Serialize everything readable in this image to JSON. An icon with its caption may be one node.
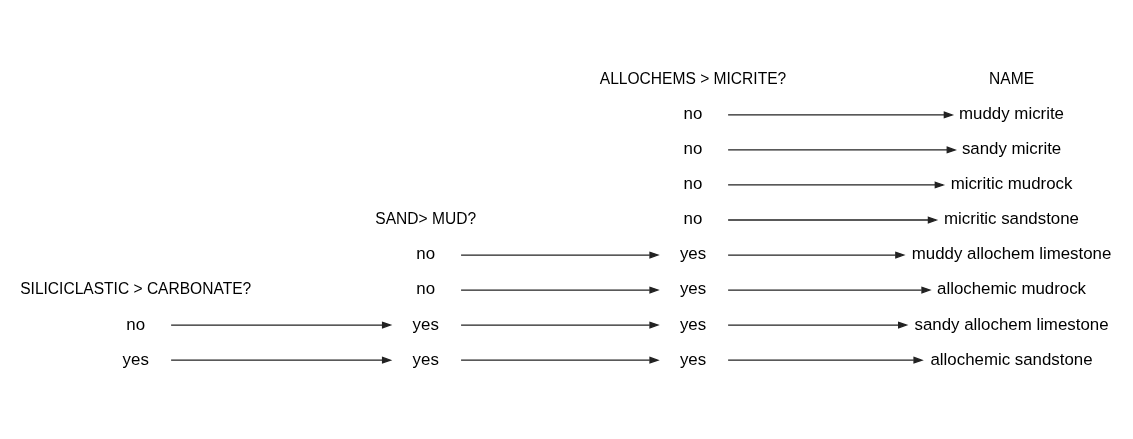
{
  "diagram": {
    "nodes": [
      {
        "text": [
          "yes"
        ]
      },
      {
        "text": [
          "no"
        ]
      },
      {
        "text": [
          "yes"
        ]
      },
      {
        "text": [
          "no"
        ]
      },
      {
        "text": [
          "yes"
        ]
      },
      {
        "text": [
          "no"
        ]
      },
      {
        "text": [
          "yes"
        ]
      },
      {
        "text": [
          "no"
        ]
      },
      {
        "text": [
          "yes"
        ]
      },
      {
        "text": [
          "no"
        ]
      },
      {
        "text": [
          "yes"
        ]
      },
      {
        "text": [
          "no"
        ]
      },
      {
        "text": [
          "yes"
        ]
      },
      {
        "text": [
          "no"
        ]
      },
      {
        "text": [
          "allochemic sandstone"
        ]
      },
      {
        "text": [
          "micritic sandstone"
        ]
      },
      {
        "text": [
          "allochemic mudrock"
        ]
      },
      {
        "text": [
          "micritic mudrock"
        ]
      },
      {
        "text": [
          "sandy allochem limestone"
        ]
      },
      {
        "text": [
          "sandy micrite"
        ]
      },
      {
        "text": [
          "muddy allochem limestone"
        ]
      },
      {
        "text": [
          "muddy micrite"
        ]
      }
    ],
    "edges": [
      {
        "from": 0,
        "to": 2,
        "arrow": "to"
      },
      {
        "from": 1,
        "to": 4,
        "arrow": "to"
      },
      {
        "from": 2,
        "to": 6,
        "arrow": "to"
      },
      {
        "from": 3,
        "to": 8,
        "arrow": "to"
      },
      {
        "from": 4,
        "to": 10,
        "arrow": "to"
      },
      {
        "from": 5,
        "to": 12,
        "arrow": "to"
      },
      {
        "from": 6,
        "to": 14,
        "arrow": "to"
      },
      {
        "from": 7,
        "to": 15,
        "arrow": "to"
      },
      {
        "from": 8,
        "to": 16,
        "arrow": "to"
      },
      {
        "from": 9,
        "to": 17,
        "arrow": "to"
      },
      {
        "from": 10,
        "to": 18,
        "arrow": "to"
      },
      {
        "from": 11,
        "to": 19,
        "arrow": "to"
      },
      {
        "from": 12,
        "to": 20,
        "arrow": "to"
      },
      {
        "from": 13,
        "to": 21,
        "arrow": "to"
      }
    ],
    "labels": [
      "SILICICLASTIC > CARBONATE?",
      "SAND> MUD?",
      "ALLOCHEMS > MICRITE?",
      "NAME"
    ]
  }
}
